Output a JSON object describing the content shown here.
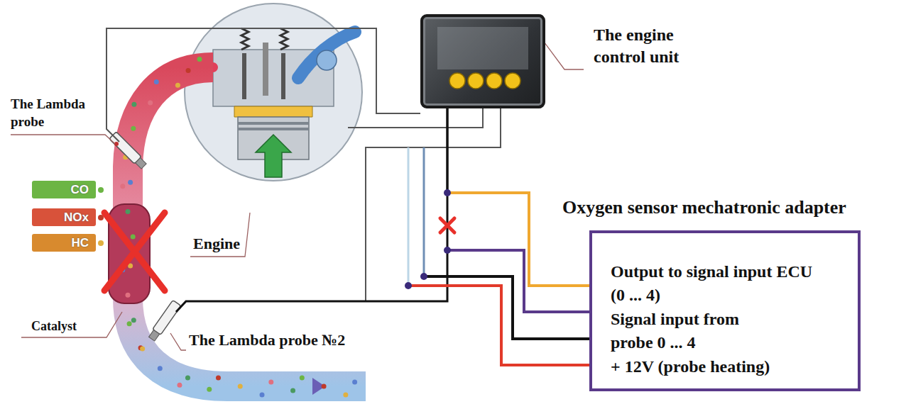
{
  "diagram": {
    "nodes": [
      {
        "text": [
          "The engine control unit"
        ]
      },
      {
        "text": [
          "Oxygen sensor mechatronic adapter",
          "Output to signal input ECU (0 ... 4)",
          "Signal input from probe 0 ... 4",
          "+ 12V (probe heating)"
        ]
      }
    ],
    "edges": [
      {
        "from": 0,
        "to": 1,
        "arrow": "none"
      }
    ],
    "labels": [
      "The Lambda probe",
      "Engine",
      "Catalyst",
      "The Lambda probe №2"
    ],
    "legend": [
      {
        "text": "CO",
        "color": "#6cb544"
      },
      {
        "text": "NOx",
        "color": "#d8523a"
      },
      {
        "text": "HC",
        "color": "#d88a2e"
      }
    ]
  }
}
